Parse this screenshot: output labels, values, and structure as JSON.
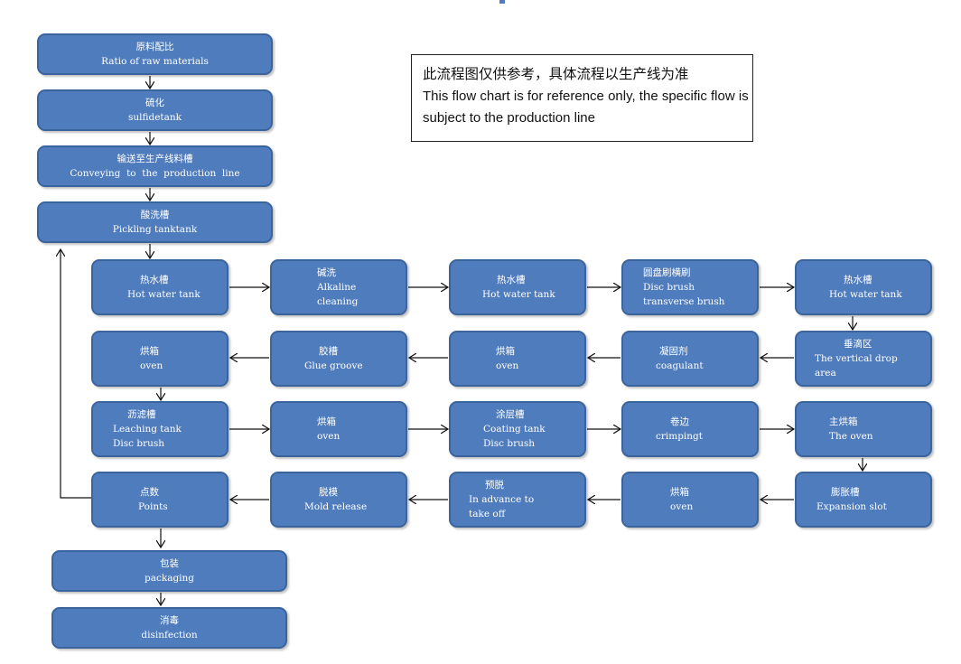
{
  "note": {
    "zh": "此流程图仅供参考，具体流程以生产线为准",
    "en": "This flow chart is for reference only, the specific flow is subject to the production line"
  },
  "steps": {
    "raw_ratio": {
      "zh": "原料配比",
      "en": "Ratio of raw materials"
    },
    "sulfide": {
      "zh": "硫化",
      "en": "sulfidetank"
    },
    "conveying": {
      "zh": "输送至生产线料槽",
      "en": "Conveying  to  the  production  line"
    },
    "pickling": {
      "zh": "酸洗槽",
      "en": "Pickling tanktank"
    },
    "hot_water_1": {
      "zh": "热水槽",
      "en": "Hot water tank"
    },
    "alkaline": {
      "zh": "碱洗",
      "en": "Alkaline",
      "en2": "cleaning"
    },
    "hot_water_2": {
      "zh": "热水槽",
      "en": "Hot water tank"
    },
    "disc_brush": {
      "zh": "圆盘刷横刷",
      "en": "Disc brush",
      "en2": "transverse brush"
    },
    "hot_water_3": {
      "zh": "热水槽",
      "en": "Hot water tank"
    },
    "oven_1": {
      "zh": "烘箱",
      "en": "oven"
    },
    "glue": {
      "zh": "胶槽",
      "en": "Glue groove"
    },
    "oven_2": {
      "zh": "烘箱",
      "en": "oven"
    },
    "coagulant": {
      "zh": "凝固剂",
      "en": "coagulant"
    },
    "drop_area": {
      "zh": "垂滴区",
      "en": "The vertical drop",
      "en2": "area"
    },
    "leaching": {
      "zh": "沥滤槽",
      "en": "Leaching tank",
      "en2": "Disc brush"
    },
    "oven_3": {
      "zh": "烘箱",
      "en": "oven"
    },
    "coating": {
      "zh": "涂层槽",
      "en": "Coating tank",
      "en2": "Disc brush"
    },
    "crimping": {
      "zh": "卷边",
      "en": "crimpingt"
    },
    "main_oven": {
      "zh": "主烘箱",
      "en": "The oven"
    },
    "points": {
      "zh": "点数",
      "en": "Points"
    },
    "mold_release": {
      "zh": "脱模",
      "en": "Mold release"
    },
    "advance": {
      "zh": "预脱",
      "en": "In advance to",
      "en2": "take off"
    },
    "oven_4": {
      "zh": "烘箱",
      "en": "oven"
    },
    "expansion": {
      "zh": "膨胀槽",
      "en": "Expansion slot"
    },
    "packaging": {
      "zh": "包装",
      "en": "packaging"
    },
    "disinfection": {
      "zh": "消毒",
      "en": "disinfection"
    }
  },
  "colors": {
    "box_fill": "#4f7cbd",
    "box_border": "#3c649c",
    "box_text": "#ffffff",
    "arrow": "#111111"
  }
}
